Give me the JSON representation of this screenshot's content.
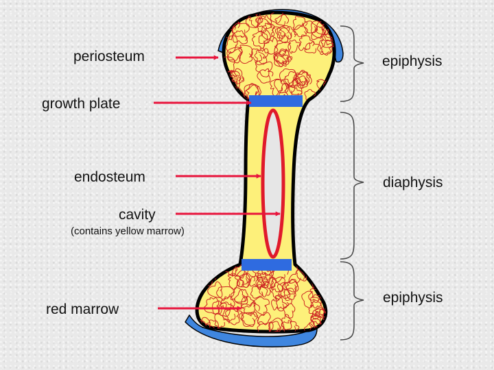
{
  "labels": {
    "periosteum": "periosteum",
    "growth_plate": "growth plate",
    "endosteum": "endosteum",
    "cavity": "cavity",
    "cavity_note": "(contains yellow marrow)",
    "red_marrow": "red marrow",
    "epiphysis_top": "epiphysis",
    "diaphysis": "diaphysis",
    "epiphysis_bottom": "epiphysis"
  },
  "colors": {
    "bone": "#fdf07a",
    "outline": "#000000",
    "periosteum": "#3f86df",
    "growth_plate": "#2f6be0",
    "cavity": "#e6e6e6",
    "endosteum": "#e01a2b",
    "arrow": "#e8143c",
    "scribble": "#cc2323",
    "brace": "#444444"
  }
}
